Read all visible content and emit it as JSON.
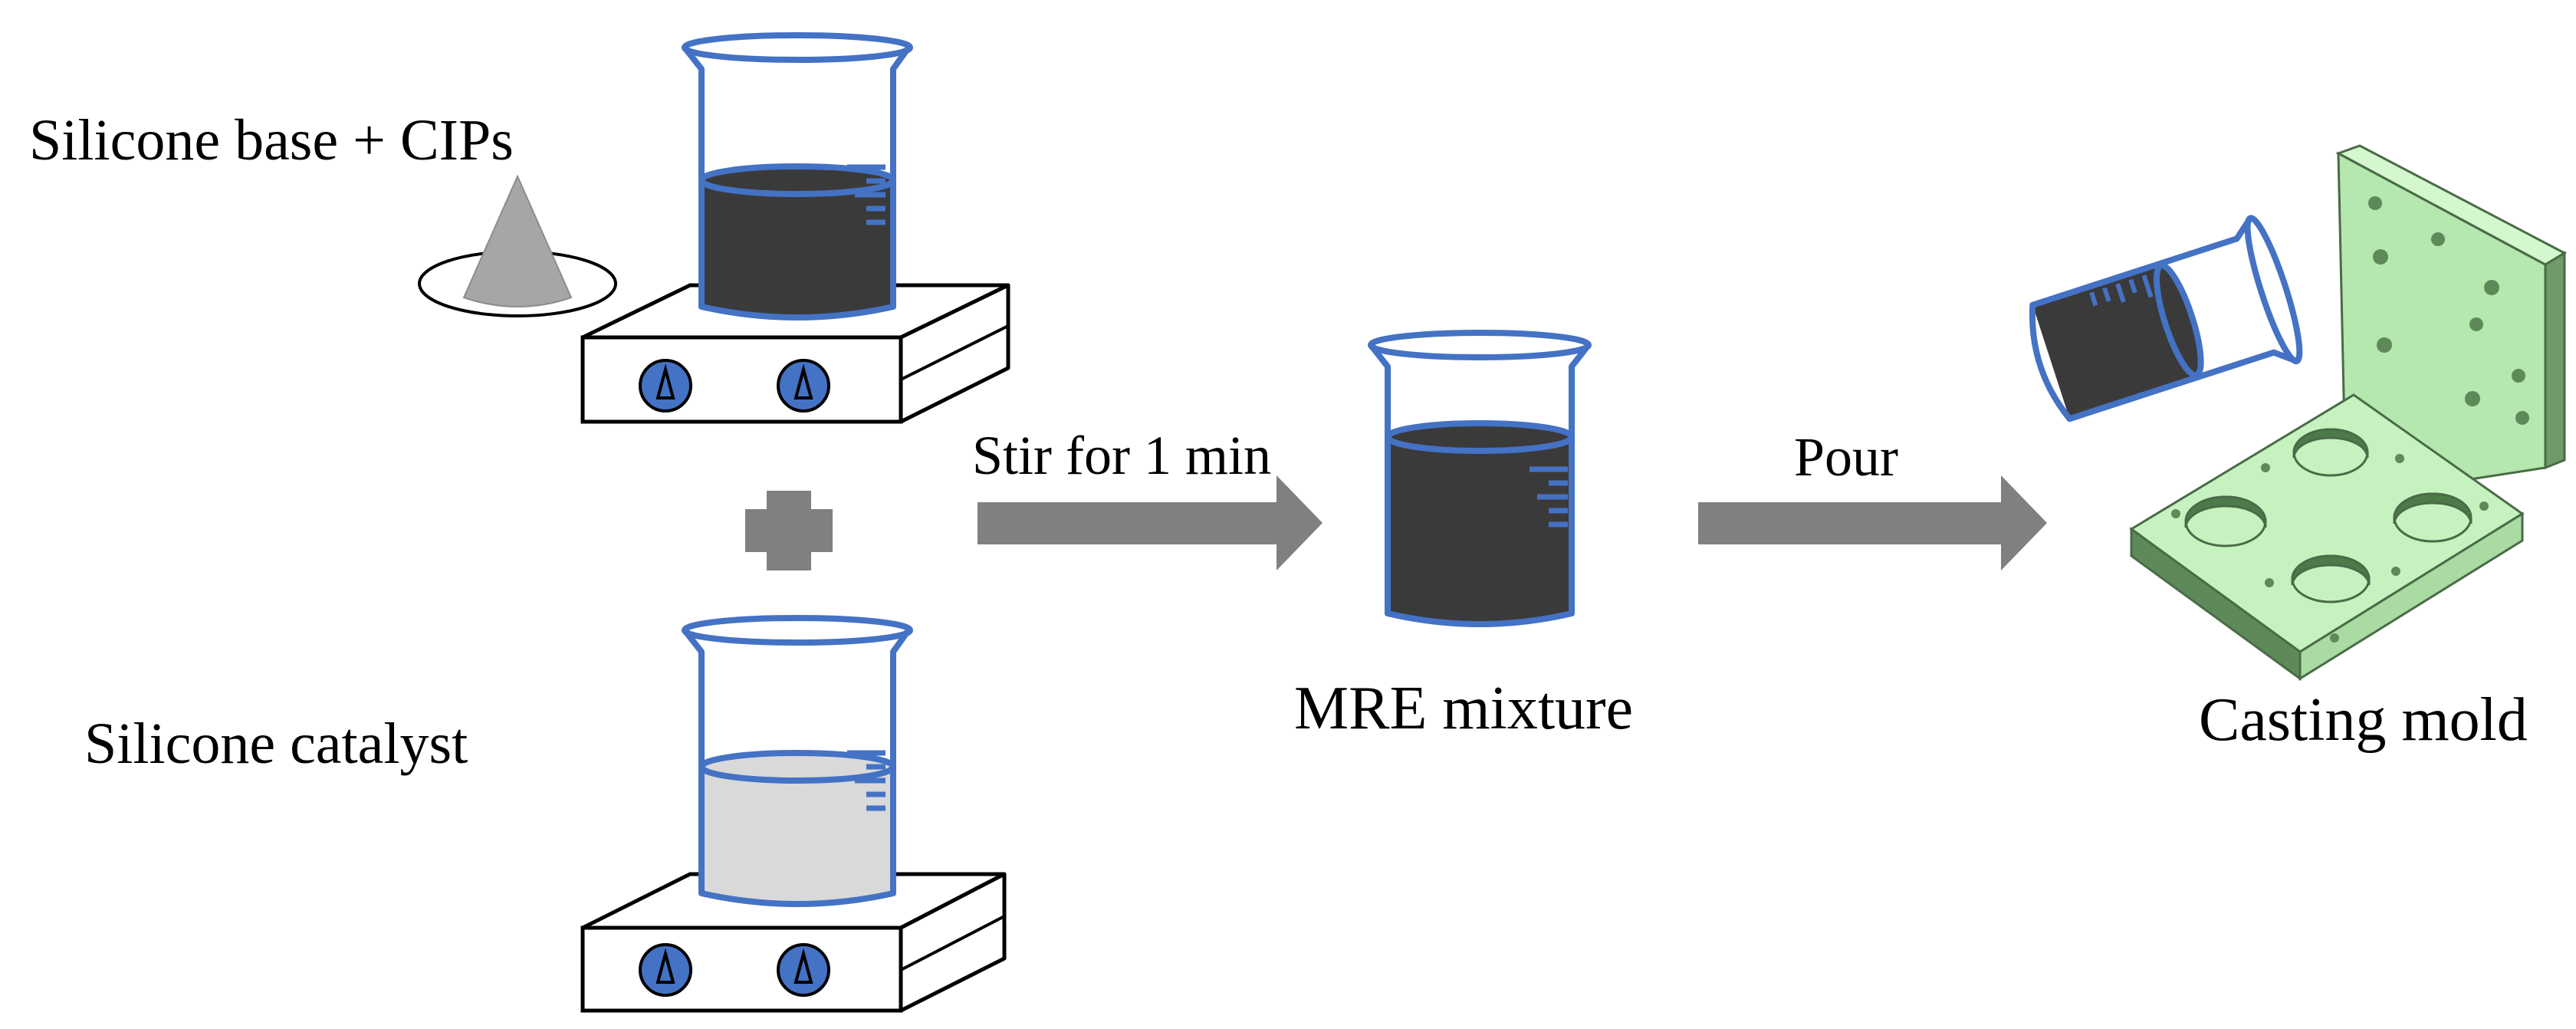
{
  "labels": {
    "silicone_base": "Silicone base + CIPs",
    "silicone_catalyst": "Silicone catalyst",
    "stir_step": "Stir for 1 min",
    "mre_mixture": "MRE mixture",
    "pour_step": "Pour",
    "casting_mold": "Casting mold"
  },
  "colors": {
    "beaker_outline": "#4472c4",
    "dark_fluid": "#3a3a3a",
    "light_fluid": "#d9d9d9",
    "arrow_gray": "#808080",
    "cone_gray": "#a6a6a6",
    "mold_light": "#c6f2c0",
    "mold_mid": "#a9dba3",
    "mold_dark": "#5e8a5a",
    "knob_blue": "#4472c4"
  },
  "icons": [
    "stirrer-plate-icon",
    "beaker-icon",
    "powder-cone-icon",
    "plus-icon",
    "arrow-right-icon",
    "casting-mold-icon",
    "tilted-beaker-icon"
  ]
}
